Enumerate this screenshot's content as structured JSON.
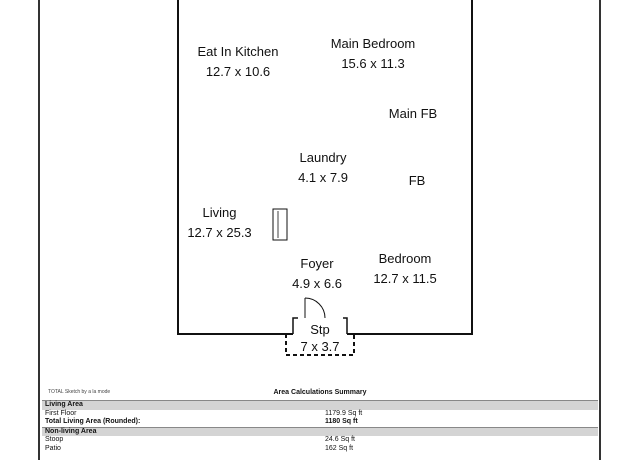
{
  "rooms": [
    {
      "id": "eat-in-kitchen",
      "name": "Eat In Kitchen",
      "dims": "12.7 x 10.6"
    },
    {
      "id": "main-bedroom",
      "name": "Main Bedroom",
      "dims": "15.6 x 11.3"
    },
    {
      "id": "main-fb",
      "name": "Main FB",
      "dims": ""
    },
    {
      "id": "laundry",
      "name": "Laundry",
      "dims": "4.1 x 7.9"
    },
    {
      "id": "fb",
      "name": "FB",
      "dims": ""
    },
    {
      "id": "living",
      "name": "Living",
      "dims": "12.7 x 25.3"
    },
    {
      "id": "foyer",
      "name": "Foyer",
      "dims": "4.9 x 6.6"
    },
    {
      "id": "bedroom",
      "name": "Bedroom",
      "dims": "12.7 x 11.5"
    },
    {
      "id": "stoop",
      "name": "Stp",
      "dims": "7 x 3.7"
    }
  ],
  "summary": {
    "credit": "TOTAL Sketch by a la mode",
    "title": "Area Calculations Summary",
    "living_area": {
      "header": "Living Area",
      "first_floor_label": "First Floor",
      "first_floor_value": "1179.9 Sq ft",
      "total_label": "Total Living Area (Rounded):",
      "total_value": "1180 Sq ft"
    },
    "non_living_area": {
      "header": "Non-living Area",
      "stoop_label": "Stoop",
      "stoop_value": "24.6 Sq ft",
      "patio_label": "Patio",
      "patio_value": "162 Sq ft"
    }
  }
}
